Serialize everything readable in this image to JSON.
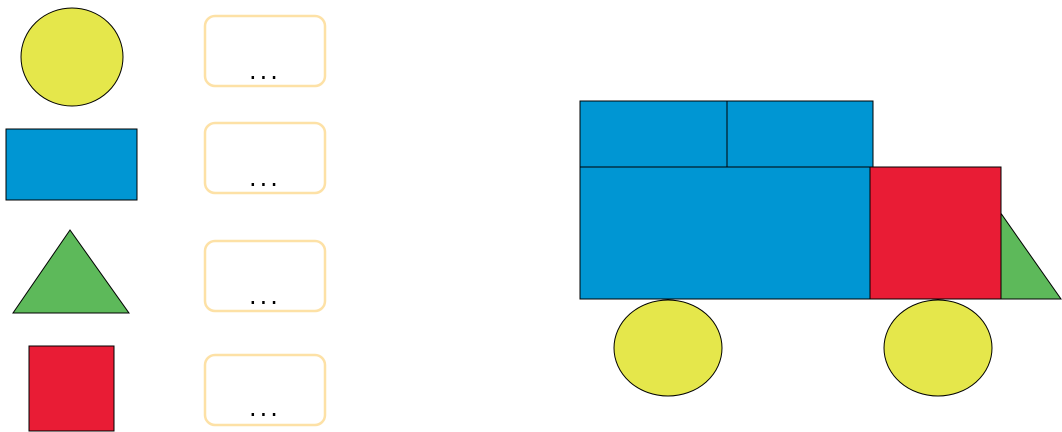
{
  "colors": {
    "yellow": "#e5e74b",
    "blue": "#0096d3",
    "green": "#5db95a",
    "red": "#e91c35",
    "box_border": "#fde1a6",
    "outline": "#000000"
  },
  "legend": [
    {
      "shape": "circle",
      "color": "yellow",
      "answer": "..."
    },
    {
      "shape": "rectangle",
      "color": "blue",
      "answer": "..."
    },
    {
      "shape": "triangle",
      "color": "green",
      "answer": "..."
    },
    {
      "shape": "square",
      "color": "red",
      "answer": "..."
    }
  ],
  "truck": {
    "parts": [
      {
        "name": "cargo-top-left-rectangle",
        "shape": "rectangle",
        "color": "blue"
      },
      {
        "name": "cargo-top-right-rectangle",
        "shape": "rectangle",
        "color": "blue"
      },
      {
        "name": "cargo-body-rectangle",
        "shape": "rectangle",
        "color": "blue"
      },
      {
        "name": "cab-square",
        "shape": "square",
        "color": "red"
      },
      {
        "name": "front-triangle",
        "shape": "triangle",
        "color": "green"
      },
      {
        "name": "rear-wheel-circle",
        "shape": "circle",
        "color": "yellow"
      },
      {
        "name": "front-wheel-circle",
        "shape": "circle",
        "color": "yellow"
      }
    ]
  }
}
